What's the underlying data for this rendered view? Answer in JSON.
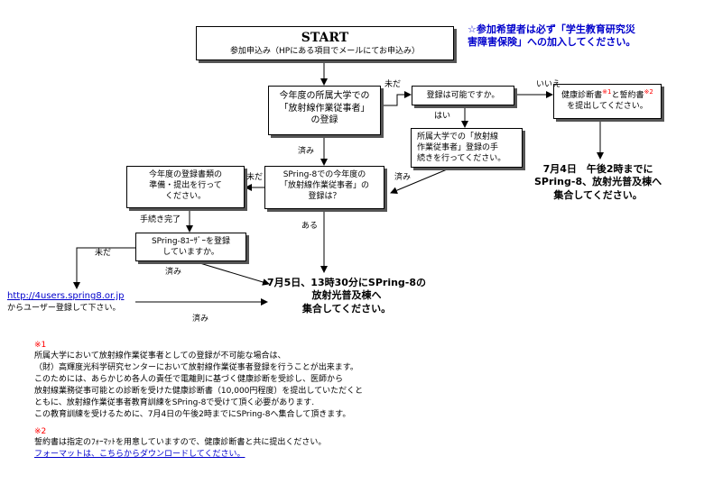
{
  "start": {
    "title": "START",
    "subtitle": "参加申込み（HPにある項目でメールにてお申込み）"
  },
  "notice": "☆参加希望者は必ず「学生教育研究災\n害障害保険」への加入してください。",
  "boxes": {
    "registration": "今年度の所属大学での\n「放射線作業従事者」\nの登録",
    "possible": "登録は可能ですか。",
    "health_pre": "健康診断書",
    "health_mid": "と誓約書",
    "health_post": "を提出してください。",
    "mark1": "※1",
    "mark2": "※2",
    "univ_proc": "所属大学での「放射線\n作業従事者」登録の手\n続きを行ってください。",
    "spring8_reg": "SPring-8での今年度の\n「放射線作業従事者」の\n登録は？",
    "docs": "今年度の登録書類の\n準備・提出を行って\nください。",
    "user_reg": "SPring-8ﾕｰｻﾞｰを登録\nしていますか。"
  },
  "labels": {
    "not_yet_1": "未だ",
    "no": "いいえ",
    "yes": "はい",
    "done_1": "済み",
    "not_yet_2": "未だ",
    "done_2": "済み",
    "exists": "ある",
    "proc_done": "手続き完了",
    "not_yet_3": "未だ",
    "done_3": "済み",
    "done_4": "済み"
  },
  "meet_july4": "7月4日　午後2時までに\nSPring-8、放射光普及棟へ\n集合してください。",
  "meet_july5": "7月5日、13時30分にSPring-8の\n放射光普及棟へ\n集合してください。",
  "user_link": "http://4users.spring8.or.jp",
  "user_link_note": "からユーザー登録して下さい。",
  "notes": {
    "note1_mark": "※1",
    "note1_lines": [
      "所属大学において放射線作業従事者としての登録が不可能な場合は、",
      "（財）高輝度光科学研究センターにおいて放射線作業従事者登録を行うことが出来ます。",
      "このためには、あらかじめ各人の責任で電離則に基づく健康診断を受診し、医師から",
      "放射線業務従事可能との診断を受けた健康診断書（10,000円程度）を提出していただくと",
      "ともに、放射線作業従事者教育訓練をSPring-8で受けて頂く必要があります.",
      "この教育訓練を受けるために、7月4日の午後2時までにSPring-8へ集合して頂きます。"
    ],
    "note2_mark": "※2",
    "note2_line": "誓約書は指定のﾌｫｰﾏｯﾄを用意していますので、健康診断書と共に提出ください。",
    "note2_link": "フォーマットは、こちらからダウンロードしてください。"
  }
}
